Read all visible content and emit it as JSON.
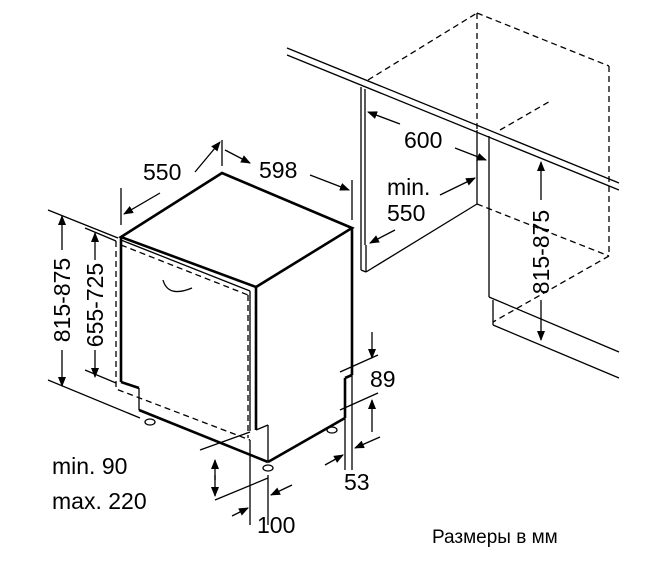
{
  "dimensions": {
    "depth": "550",
    "width": "598",
    "niche_width": "600",
    "niche_depth_line1": "min.",
    "niche_depth_line2": "550",
    "height_total": "815-875",
    "height_door": "655-725",
    "niche_height": "815-875",
    "plinth_top": "89",
    "plinth_offset": "53",
    "plinth_height_line1": "min. 90",
    "plinth_height_line2": "max. 220",
    "plinth_depth": "100"
  },
  "caption": "Размеры в мм"
}
